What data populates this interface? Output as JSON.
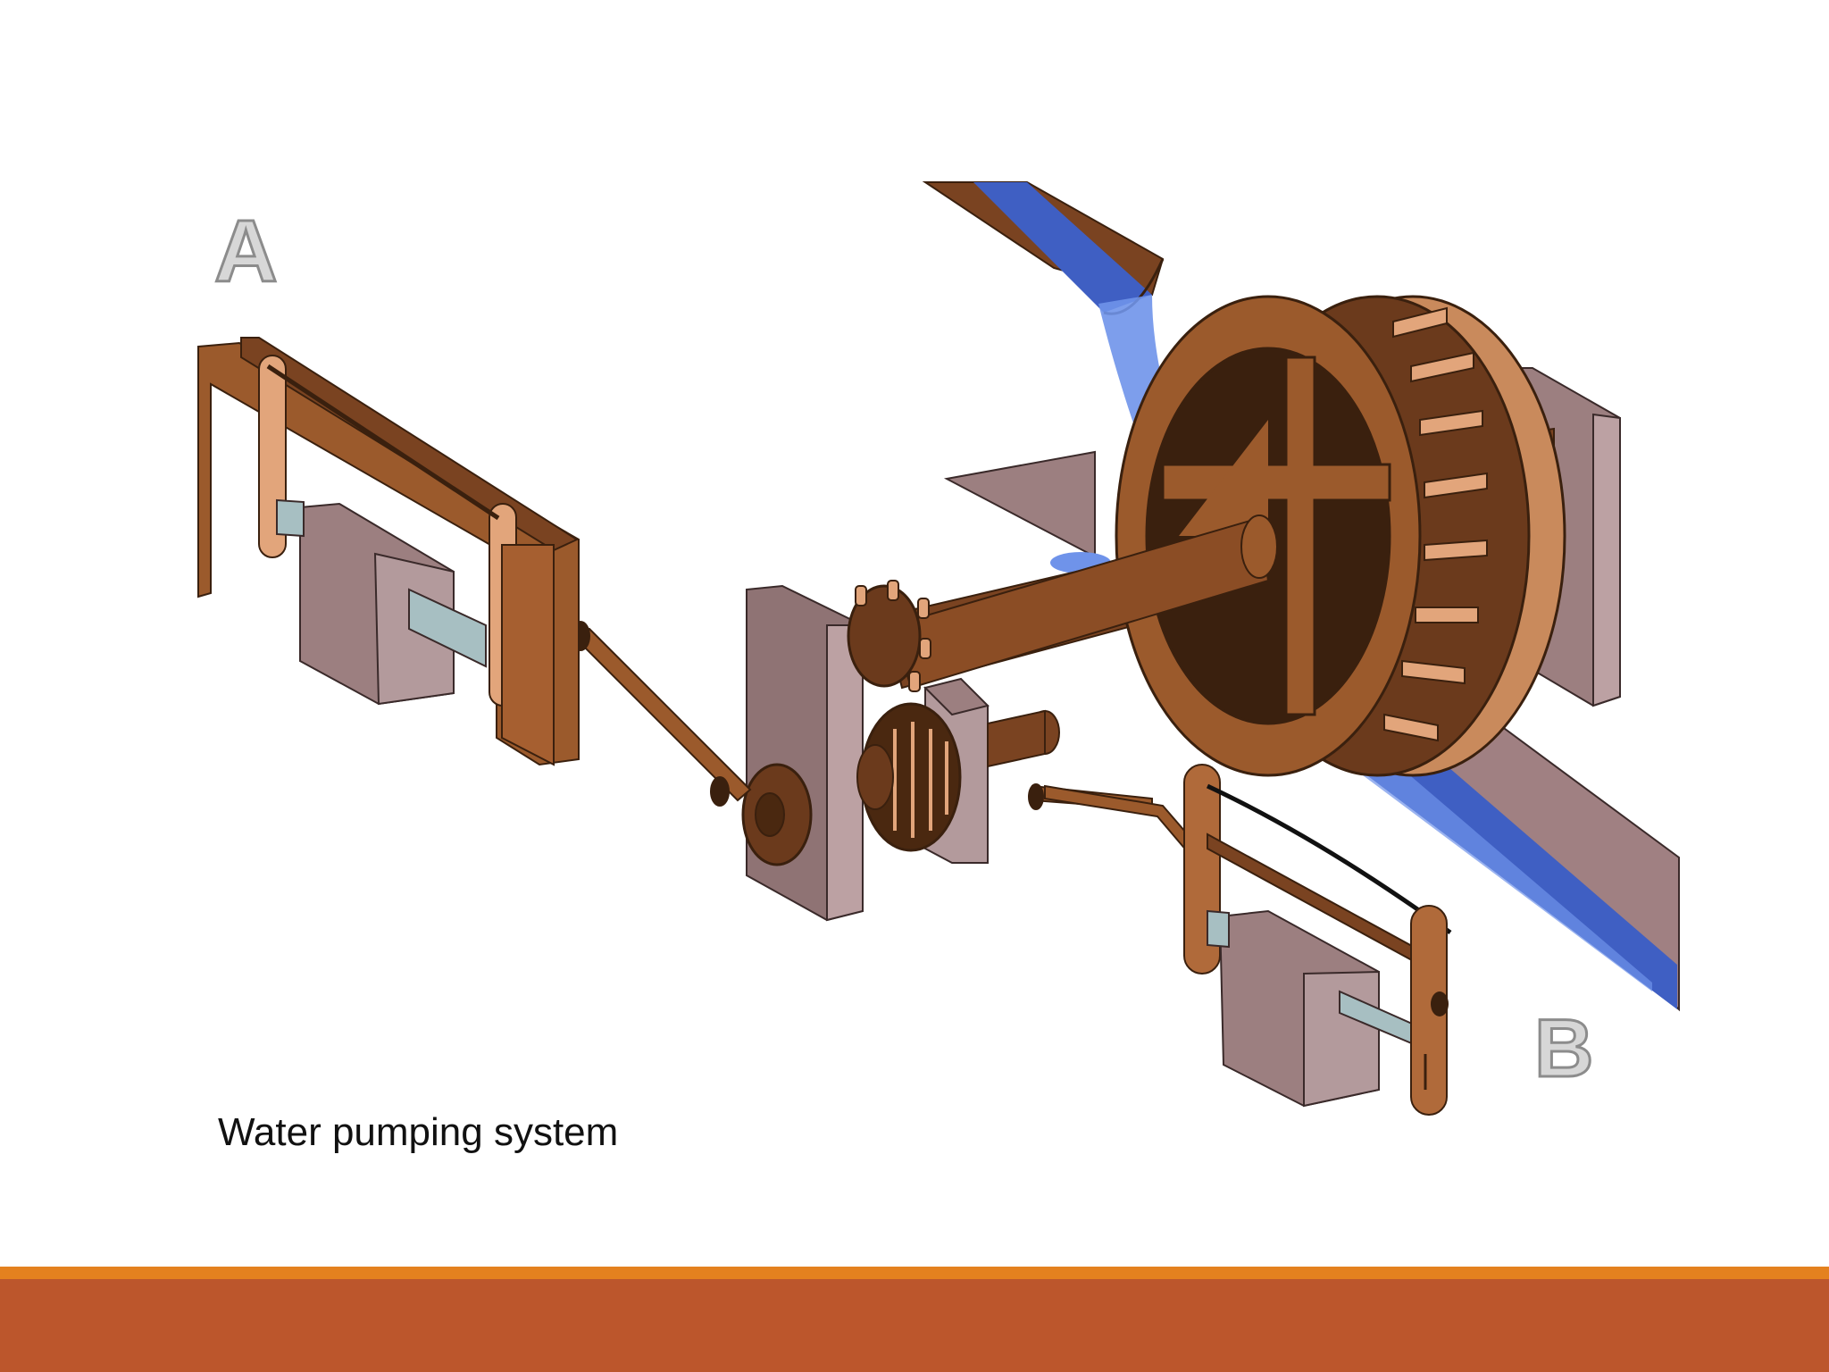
{
  "slide": {
    "caption": "Water pumping system",
    "labels": {
      "a": "A",
      "b": "B"
    }
  },
  "colors": {
    "wood": "#9b5a2c",
    "wood_dark": "#6b3a1c",
    "wood_light": "#e2a57b",
    "stone": "#9c7f80",
    "stone_light": "#b39a9c",
    "water": "#3f5fc3",
    "water_light": "#6f93ea",
    "accent_line": "#e4811f",
    "footer": "#bc562c"
  },
  "icons": [
    "water-wheel",
    "cam-gear",
    "pump-a",
    "pump-b",
    "water-channel"
  ]
}
